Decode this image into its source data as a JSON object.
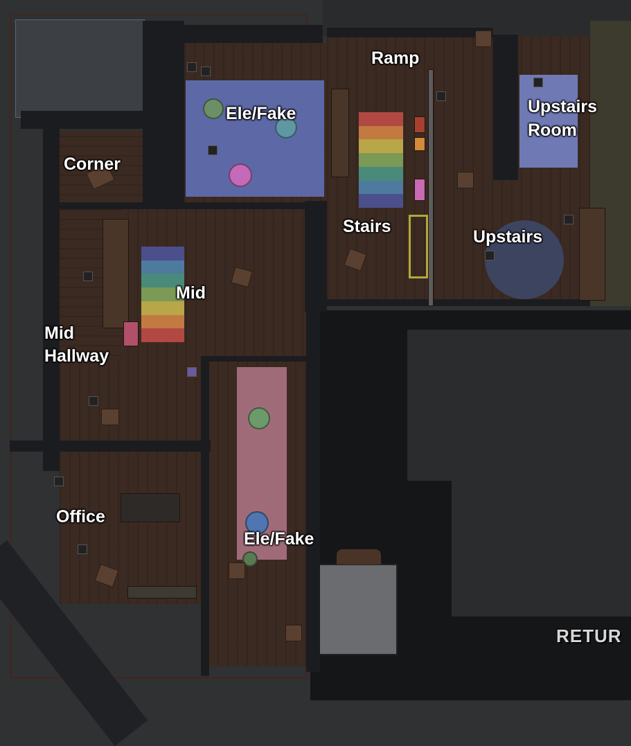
{
  "map": {
    "rooms": [
      {
        "id": "ele-fake-top",
        "label": "Ele/Fake"
      },
      {
        "id": "ramp",
        "label": "Ramp"
      },
      {
        "id": "upstairs-room",
        "label": "Upstairs\nRoom"
      },
      {
        "id": "corner",
        "label": "Corner"
      },
      {
        "id": "stairs",
        "label": "Stairs"
      },
      {
        "id": "upstairs",
        "label": "Upstairs"
      },
      {
        "id": "mid",
        "label": "Mid"
      },
      {
        "id": "mid-hallway",
        "label": "Mid\nHallway"
      },
      {
        "id": "office",
        "label": "Office"
      },
      {
        "id": "ele-fake-bottom",
        "label": "Ele/Fake"
      }
    ],
    "rug_colors": {
      "blue": "#5d68a6",
      "pink": "#a06b78",
      "rainbow": [
        "#4b4f8c",
        "#4e7aa0",
        "#4a8a7a",
        "#7a9a55",
        "#b8a648",
        "#c27a40",
        "#b24842"
      ]
    },
    "accent_colors": {
      "floor": "#3b2a22",
      "wall": "#1b1c1f",
      "exterior": "#2f3133",
      "upstairs_circle": "#3c4460"
    }
  },
  "ui": {
    "return_button": "RETUR"
  }
}
